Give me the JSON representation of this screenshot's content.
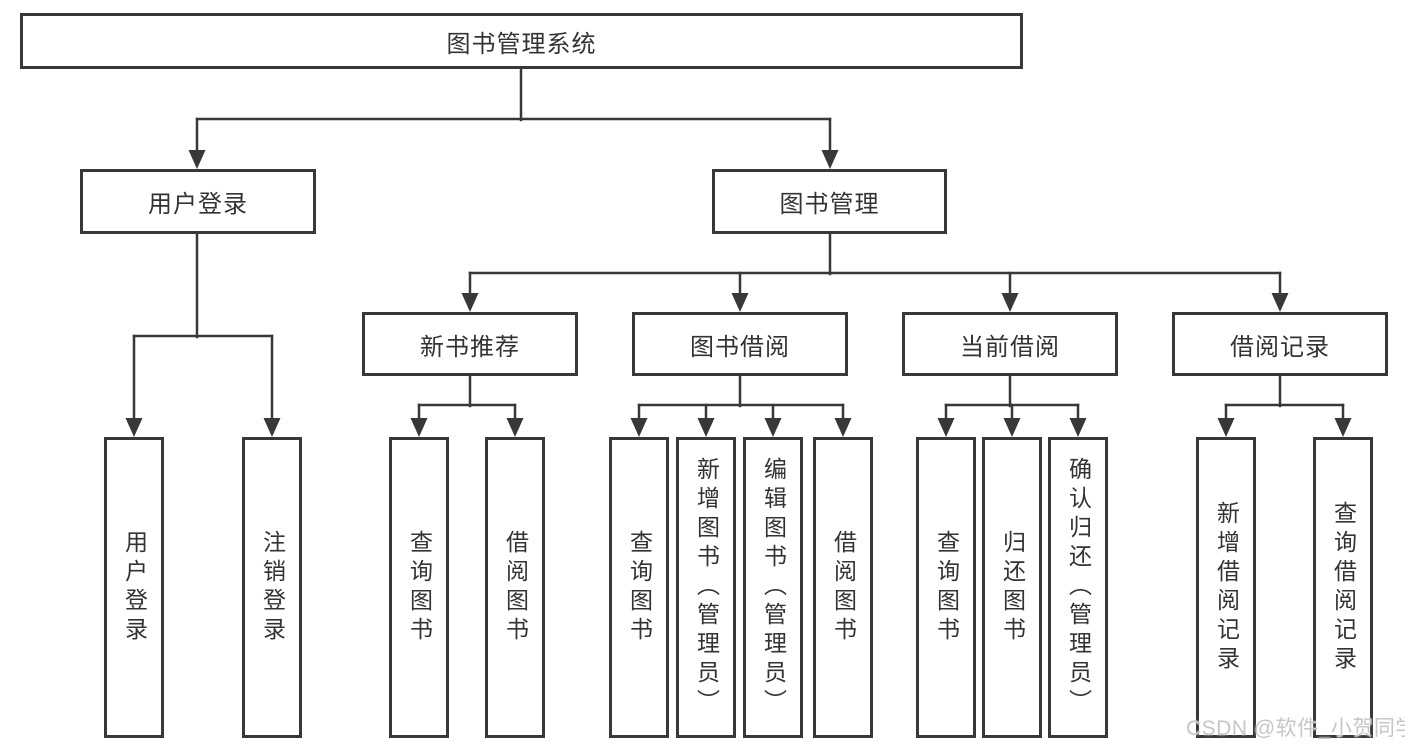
{
  "diagram": {
    "type": "hierarchy-tree",
    "colors": {
      "line": "#383838",
      "text": "#333333",
      "watermark": "#c6c6c6",
      "background": "#ffffff"
    },
    "tree": {
      "root": {
        "label": "图书管理系统"
      },
      "level2": [
        {
          "label": "用户登录",
          "children": [
            {
              "label": "用户登录"
            },
            {
              "label": "注销登录"
            }
          ]
        },
        {
          "label": "图书管理",
          "children": [
            {
              "label": "新书推荐",
              "children": [
                {
                  "label": "查询图书"
                },
                {
                  "label": "借阅图书"
                }
              ]
            },
            {
              "label": "图书借阅",
              "children": [
                {
                  "label": "查询图书"
                },
                {
                  "label": "新增图书（管理员）"
                },
                {
                  "label": "编辑图书（管理员）"
                },
                {
                  "label": "借阅图书"
                }
              ]
            },
            {
              "label": "当前借阅",
              "children": [
                {
                  "label": "查询图书"
                },
                {
                  "label": "归还图书"
                },
                {
                  "label": "确认归还（管理员）"
                }
              ]
            },
            {
              "label": "借阅记录",
              "children": [
                {
                  "label": "新增借阅记录"
                },
                {
                  "label": "查询借阅记录"
                }
              ]
            }
          ]
        }
      ]
    },
    "watermark": {
      "text": "CSDN @软件_小贺同学"
    }
  }
}
